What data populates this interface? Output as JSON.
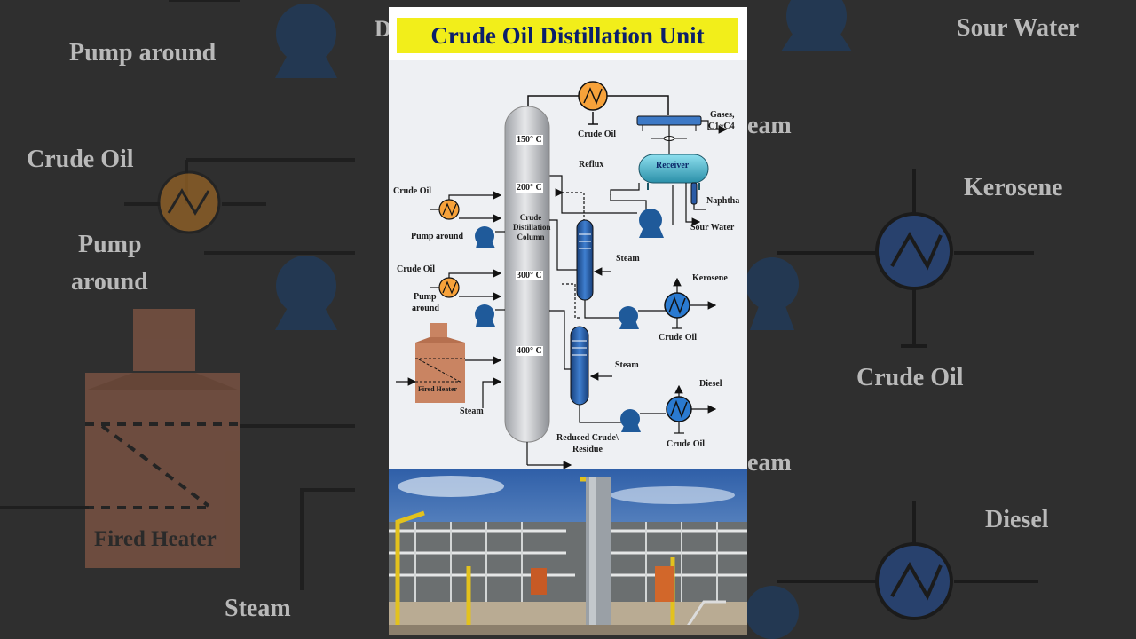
{
  "title": "Crude Oil Distillation Unit",
  "background_labels": {
    "pump_around_1": "Pump around",
    "crude_oil": "Crude Oil",
    "pump_around_2a": "Pump",
    "pump_around_2b": "around",
    "fired_heater": "Fired Heater",
    "steam_left": "Steam",
    "sour_water": "Sour Water",
    "steam_right_1": "eam",
    "kerosene": "Kerosene",
    "crude_oil_right": "Crude Oil",
    "steam_right_2": "eam",
    "diesel": "Diesel",
    "d_fragment": "D"
  },
  "labels": {
    "column_name": "Crude Distillation Column",
    "temp_150": "150° C",
    "temp_200": "200° C",
    "temp_300": "300° C",
    "temp_400": "400° C",
    "crude_oil_top": "Crude Oil",
    "gases": "Gases,",
    "gases_2": "C1~C4",
    "reflux": "Reflux",
    "receiver": "Receiver",
    "naphtha": "Naphtha",
    "sour_water": "Sour Water",
    "crude_oil_1": "Crude Oil",
    "pump_around_1": "Pump around",
    "crude_oil_2": "Crude Oil",
    "pump_around_2a": "Pump",
    "pump_around_2b": "around",
    "steam_1": "Steam",
    "kerosene": "Kerosene",
    "crude_oil_3": "Crude Oil",
    "fired_heater": "Fired Heater",
    "steam_2": "Steam",
    "steam_3": "Steam",
    "diesel": "Diesel",
    "crude_oil_4": "Crude Oil",
    "residue_1": "Reduced Crude\\",
    "residue_2": "Residue"
  },
  "colors": {
    "title_bg": "#f2ee1a",
    "title_text": "#0b1f6b",
    "exchanger_orange": "#f7a23a",
    "exchanger_blue": "#2a5fb8",
    "pump_blue": "#1f5a9a",
    "receiver_teal": "#3aa7bf",
    "heater_copper": "#c98462",
    "column_gray": "#c7c9cc"
  }
}
